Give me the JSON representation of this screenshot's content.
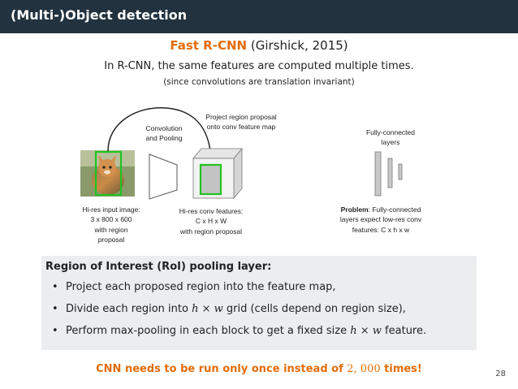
{
  "header": {
    "title": "(Multi-)Object detection"
  },
  "subtitle": {
    "highlight": "Fast R-CNN",
    "rest": "(Girshick, 2015)"
  },
  "intro": {
    "line1": "In R-CNN, the same features are computed multiple times.",
    "line2": "(since convolutions are translation invariant)"
  },
  "diagram": {
    "conv_label": "Convolution\nand Pooling",
    "project_label": "Project region proposal\nonto conv feature map",
    "fc_label": "Fully-connected\nlayers",
    "input_label": "Hi-res input image:\n3 x 800 x 600\nwith region\nproposal",
    "conv_features_label": "Hi-res conv features:\nC x H x W\nwith region proposal",
    "problem_word": "Problem",
    "problem_text": ": Fully-connected\nlayers expect low-res conv\nfeatures: C x h x w",
    "colors": {
      "proposal": "#22c322",
      "arrow": "#222222",
      "fc_bar": "#c9c9c9"
    }
  },
  "roi": {
    "title": "Region of Interest (RoI) pooling layer:",
    "bullets": [
      {
        "text": "Project each proposed region into the feature map,"
      },
      {
        "pre": "Divide each region into ",
        "math": "h × w",
        "post": " grid (cells depend on region size),"
      },
      {
        "pre": "Perform max-pooling in each block to get a fixed size ",
        "math": "h × w",
        "post": " feature."
      }
    ]
  },
  "bottom": {
    "pre": "CNN needs to be run only once instead of ",
    "num": "2, 000",
    "post": " times!"
  },
  "page_number": "28",
  "colors": {
    "header_bg": "#22323f",
    "accent": "#e36c09",
    "box_bg": "#ebedef"
  }
}
